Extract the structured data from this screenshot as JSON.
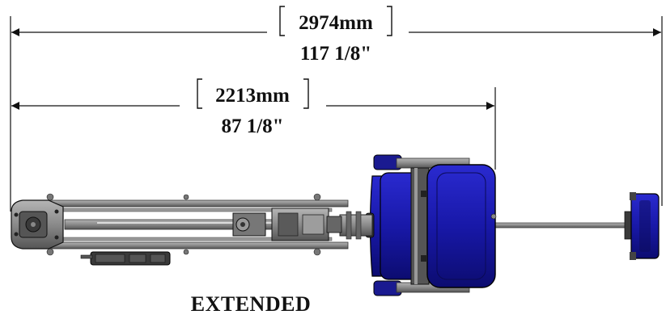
{
  "dimensions": {
    "overall": {
      "metric": "2974mm",
      "imperial": "117 1/8\""
    },
    "retracted": {
      "metric": "2213mm",
      "imperial": "87 1/8\""
    }
  },
  "view_label": "EXTENDED",
  "colors": {
    "line": "#111111",
    "steel": "#8a8a8a",
    "steel_dark": "#4a4a4a",
    "blue": "#1a1aa0",
    "blue_dark": "#0a0a60"
  }
}
